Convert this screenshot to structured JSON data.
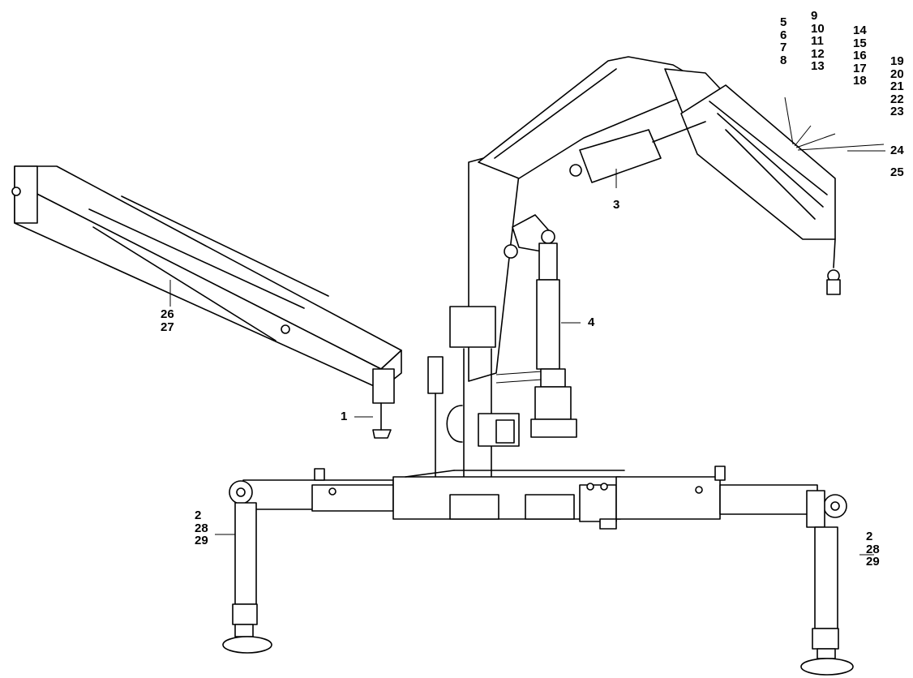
{
  "callouts": {
    "boom_extension": [
      "26",
      "27"
    ],
    "hook_left": "1",
    "outrigger_left": [
      "2",
      "28",
      "29"
    ],
    "outrigger_right": [
      "2",
      "28",
      "29"
    ],
    "cylinder_main": "3",
    "cylinder_lift": "4",
    "tip_group_1": [
      "5",
      "6",
      "7",
      "8"
    ],
    "tip_group_2": [
      "9",
      "10",
      "11",
      "12",
      "13"
    ],
    "tip_group_3": [
      "14",
      "15",
      "16",
      "17",
      "18"
    ],
    "tip_group_4": [
      "19",
      "20",
      "21",
      "22",
      "23"
    ],
    "tip_24": "24",
    "tip_25": "25"
  }
}
